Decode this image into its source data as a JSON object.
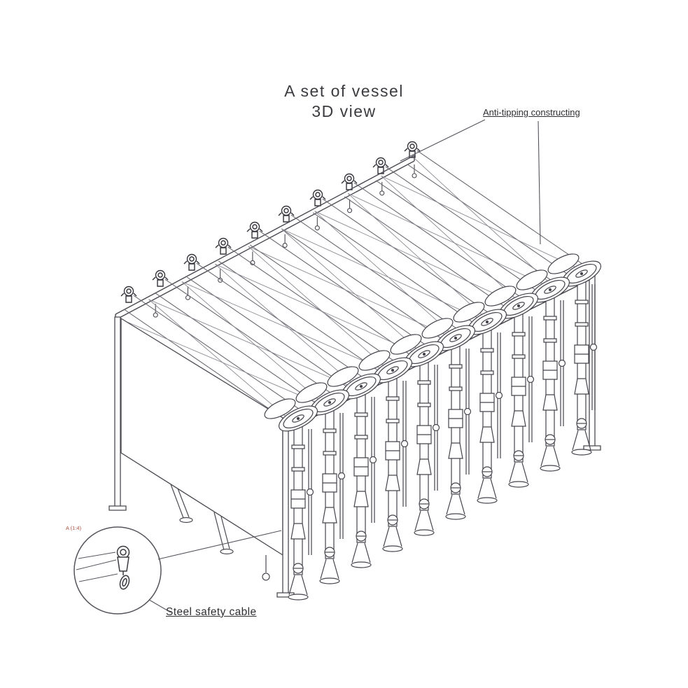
{
  "title": {
    "line1": "A set of vessel",
    "line2": "3D view"
  },
  "labels": {
    "anti_tipping": "Anti-tipping constructing",
    "steel_safety_cable": "Steel safety cable",
    "detail_ref": "A (1:4)"
  },
  "diagram": {
    "type": "isometric-technical-drawing",
    "subject": "row of horizontal vessels with anti-tipping frame and steel safety cable detail",
    "vessel_count": 10,
    "line_color": "#4a4a52",
    "detail_ref_color": "#b0543e",
    "background_color": "#ffffff"
  }
}
